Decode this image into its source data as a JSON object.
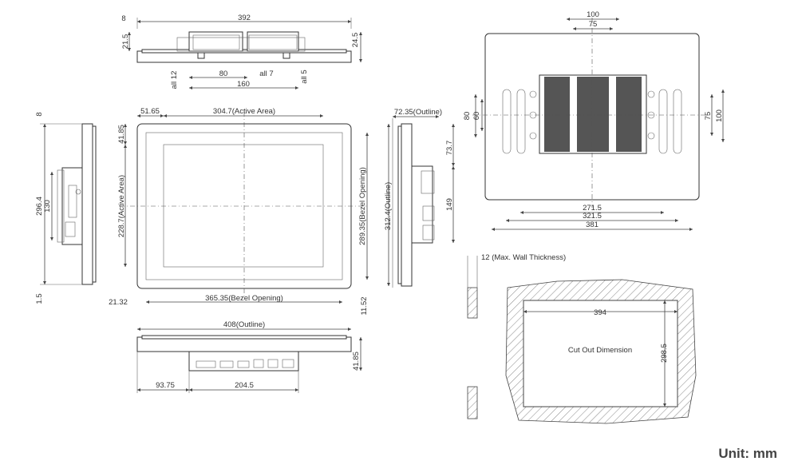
{
  "unit_label": "Unit: mm",
  "top_view": {
    "width": "392",
    "edge": "8",
    "height": "21.5",
    "depth": "24.5",
    "all12": "all 12",
    "d80": "80",
    "all7": "all 7",
    "all5": "all 5",
    "d160": "160"
  },
  "front_view": {
    "left_margin": "51.65",
    "active_width": "304.7(Active Area)",
    "top_margin": "41.85",
    "active_height": "228.7(Active Area)",
    "bezel_height": "289.35(Bezel Opening)",
    "bezel_width": "365.35(Bezel Opening)",
    "left_offset": "21.32",
    "bottom_offset": "11.52"
  },
  "left_view": {
    "top": "8",
    "height": "296.4",
    "inner": "130",
    "bottom": "1.5"
  },
  "right_view": {
    "outline": "72.35(Outline)",
    "d73": "73.7",
    "d149": "149",
    "outline_height": "312.4(Outline)"
  },
  "back_view": {
    "d100": "100",
    "d75": "75",
    "d80": "80",
    "d60": "60",
    "d75r": "75",
    "d100r": "100",
    "d271": "271.5",
    "d321": "321.5",
    "d381": "381"
  },
  "bottom_view": {
    "outline": "408(Outline)",
    "d93": "93.75",
    "d204": "204.5",
    "d41": "41.85"
  },
  "cutout": {
    "wall": "12 (Max. Wall Thickness)",
    "width": "394",
    "height": "298.5",
    "label": "Cut Out Dimension"
  }
}
